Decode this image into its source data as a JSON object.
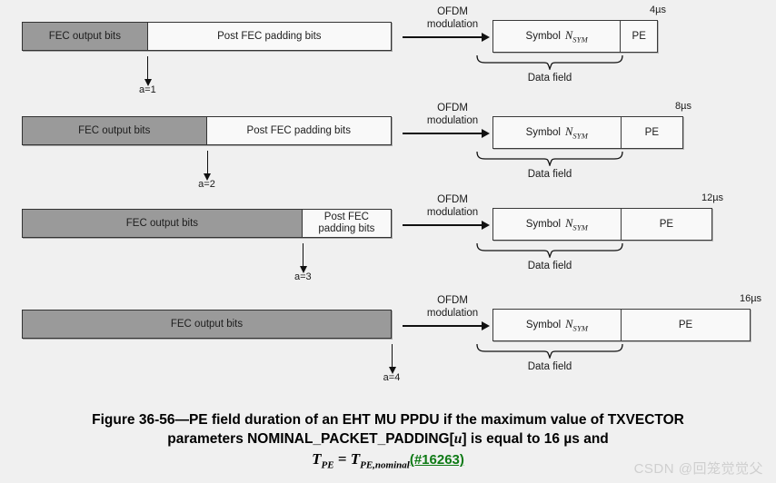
{
  "figure": {
    "background": "#f0f0f0",
    "fec_fill": "#9a9a9a",
    "pad_fill": "#f9f9f9",
    "accent_green": "#0f7a16",
    "labels": {
      "fec_output_bits": "FEC output bits",
      "post_fec_padding_bits": "Post FEC padding bits",
      "post_fec_padding_bits_l1": "Post FEC",
      "post_fec_padding_bits_l2": "padding bits",
      "ofdm_line1": "OFDM",
      "ofdm_line2": "modulation",
      "symbol": "Symbol",
      "nsym_base": "N",
      "nsym_sub": "SYM",
      "pe": "PE",
      "data_field": "Data field"
    }
  },
  "rows": [
    {
      "a_label": "a=1",
      "duration": "4µs",
      "fec_pct": 34,
      "pad_two_line": false
    },
    {
      "a_label": "a=2",
      "duration": "8µs",
      "fec_pct": 50,
      "pad_two_line": false
    },
    {
      "a_label": "a=3",
      "duration": "12µs",
      "fec_pct": 76,
      "pad_two_line": true
    },
    {
      "a_label": "a=4",
      "duration": "16µs",
      "fec_pct": 100,
      "pad_two_line": false
    }
  ],
  "caption": {
    "line1": "Figure 36-56—PE field duration of an EHT MU PPDU if the maximum value of TXVECTOR",
    "line2_a": "parameters NOMINAL_PACKET_PADDING[",
    "line2_u": "u",
    "line2_b": "] is equal to 16 µs and",
    "formula_t1": "T",
    "formula_t1_sub": "PE",
    "formula_eq": " = ",
    "formula_t2": "T",
    "formula_t2_sub": "PE,nominal",
    "tag": "(#16263)"
  },
  "watermark": "CSDN @回笼觉觉父",
  "chart_data": {
    "type": "diagram",
    "title": "PE field duration of an EHT MU PPDU",
    "series": [
      {
        "a": 1,
        "pe_duration_us": 4,
        "fec_fraction": 0.34
      },
      {
        "a": 2,
        "pe_duration_us": 8,
        "fec_fraction": 0.5
      },
      {
        "a": 3,
        "pe_duration_us": 12,
        "fec_fraction": 0.76
      },
      {
        "a": 4,
        "pe_duration_us": 16,
        "fec_fraction": 1.0
      }
    ]
  }
}
